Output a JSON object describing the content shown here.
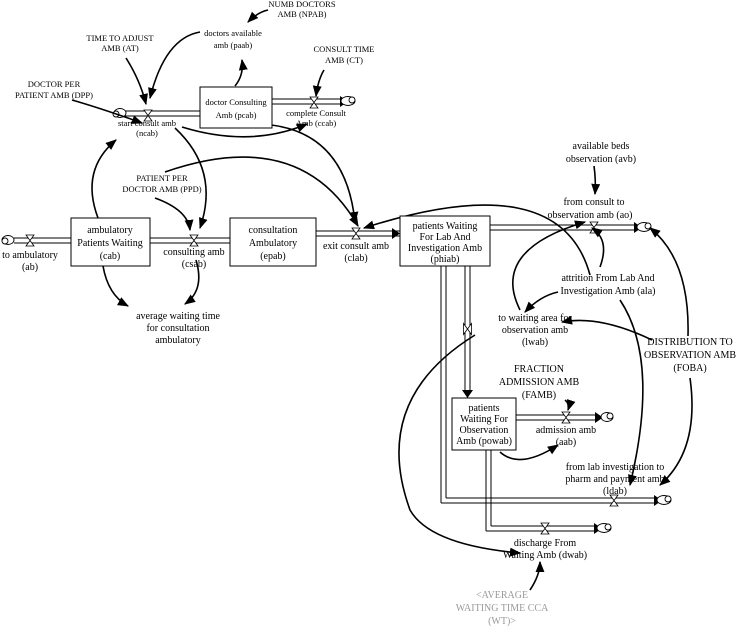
{
  "stocks": {
    "pcab": [
      "doctor Consulting",
      "Amb (pcab)"
    ],
    "cab": [
      "ambulatory",
      "Patients Waiting",
      "(cab)"
    ],
    "epab": [
      "consultation",
      "Ambulatory",
      "(epab)"
    ],
    "phiab": [
      "patients Waiting",
      "For Lab And",
      "Investigation Amb",
      "(phiab)"
    ],
    "powab": [
      "patients",
      "Waiting For",
      "Observation",
      "Amb (powab)"
    ]
  },
  "flows": {
    "ncab": [
      "start consult amb",
      "(ncab)"
    ],
    "ccab": [
      "complete Consult",
      "Amb (ccab)"
    ],
    "ab": [
      "to ambulatory",
      "(ab)"
    ],
    "csab": [
      "consulting amb",
      "(csab)"
    ],
    "clab": [
      "exit consult amb",
      "(clab)"
    ],
    "ao": [
      "from consult to",
      "observation amb (ao)"
    ],
    "ala": [
      "attrition From Lab And",
      "Investigation Amb (ala)"
    ],
    "lwab": [
      "to waiting area for",
      "observation amb",
      "(lwab)"
    ],
    "aab": [
      "admission amb",
      "(aab)"
    ],
    "ldab": [
      "from lab investigation to",
      "pharm and payment amb",
      "(ldab)"
    ],
    "dwab": [
      "discharge From",
      "Waiting Amb (dwab)"
    ]
  },
  "auxiliaries": {
    "npab": [
      "NUMB DOCTORS",
      "AMB (NPAB)"
    ],
    "at": [
      "TIME TO ADJUST",
      "AMB (AT)"
    ],
    "paab": [
      "doctors available",
      "amb (paab)"
    ],
    "ct": [
      "CONSULT TIME",
      "AMB (CT)"
    ],
    "dpp": [
      "DOCTOR PER",
      "PATIENT AMB (DPP)"
    ],
    "ppd": [
      "PATIENT PER",
      "DOCTOR AMB (PPD)"
    ],
    "awt": [
      "average waiting time",
      "for consultation",
      "ambulatory"
    ],
    "avb": [
      "available beds",
      "observation (avb)"
    ],
    "foba": [
      "DISTRIBUTION TO",
      "OBSERVATION AMB",
      "(FOBA)"
    ],
    "famb": [
      "FRACTION",
      "ADMISSION AMB",
      "(FAMB)"
    ],
    "wt": [
      "<AVERAGE",
      "WAITING TIME CCA",
      "(WT)>"
    ]
  }
}
